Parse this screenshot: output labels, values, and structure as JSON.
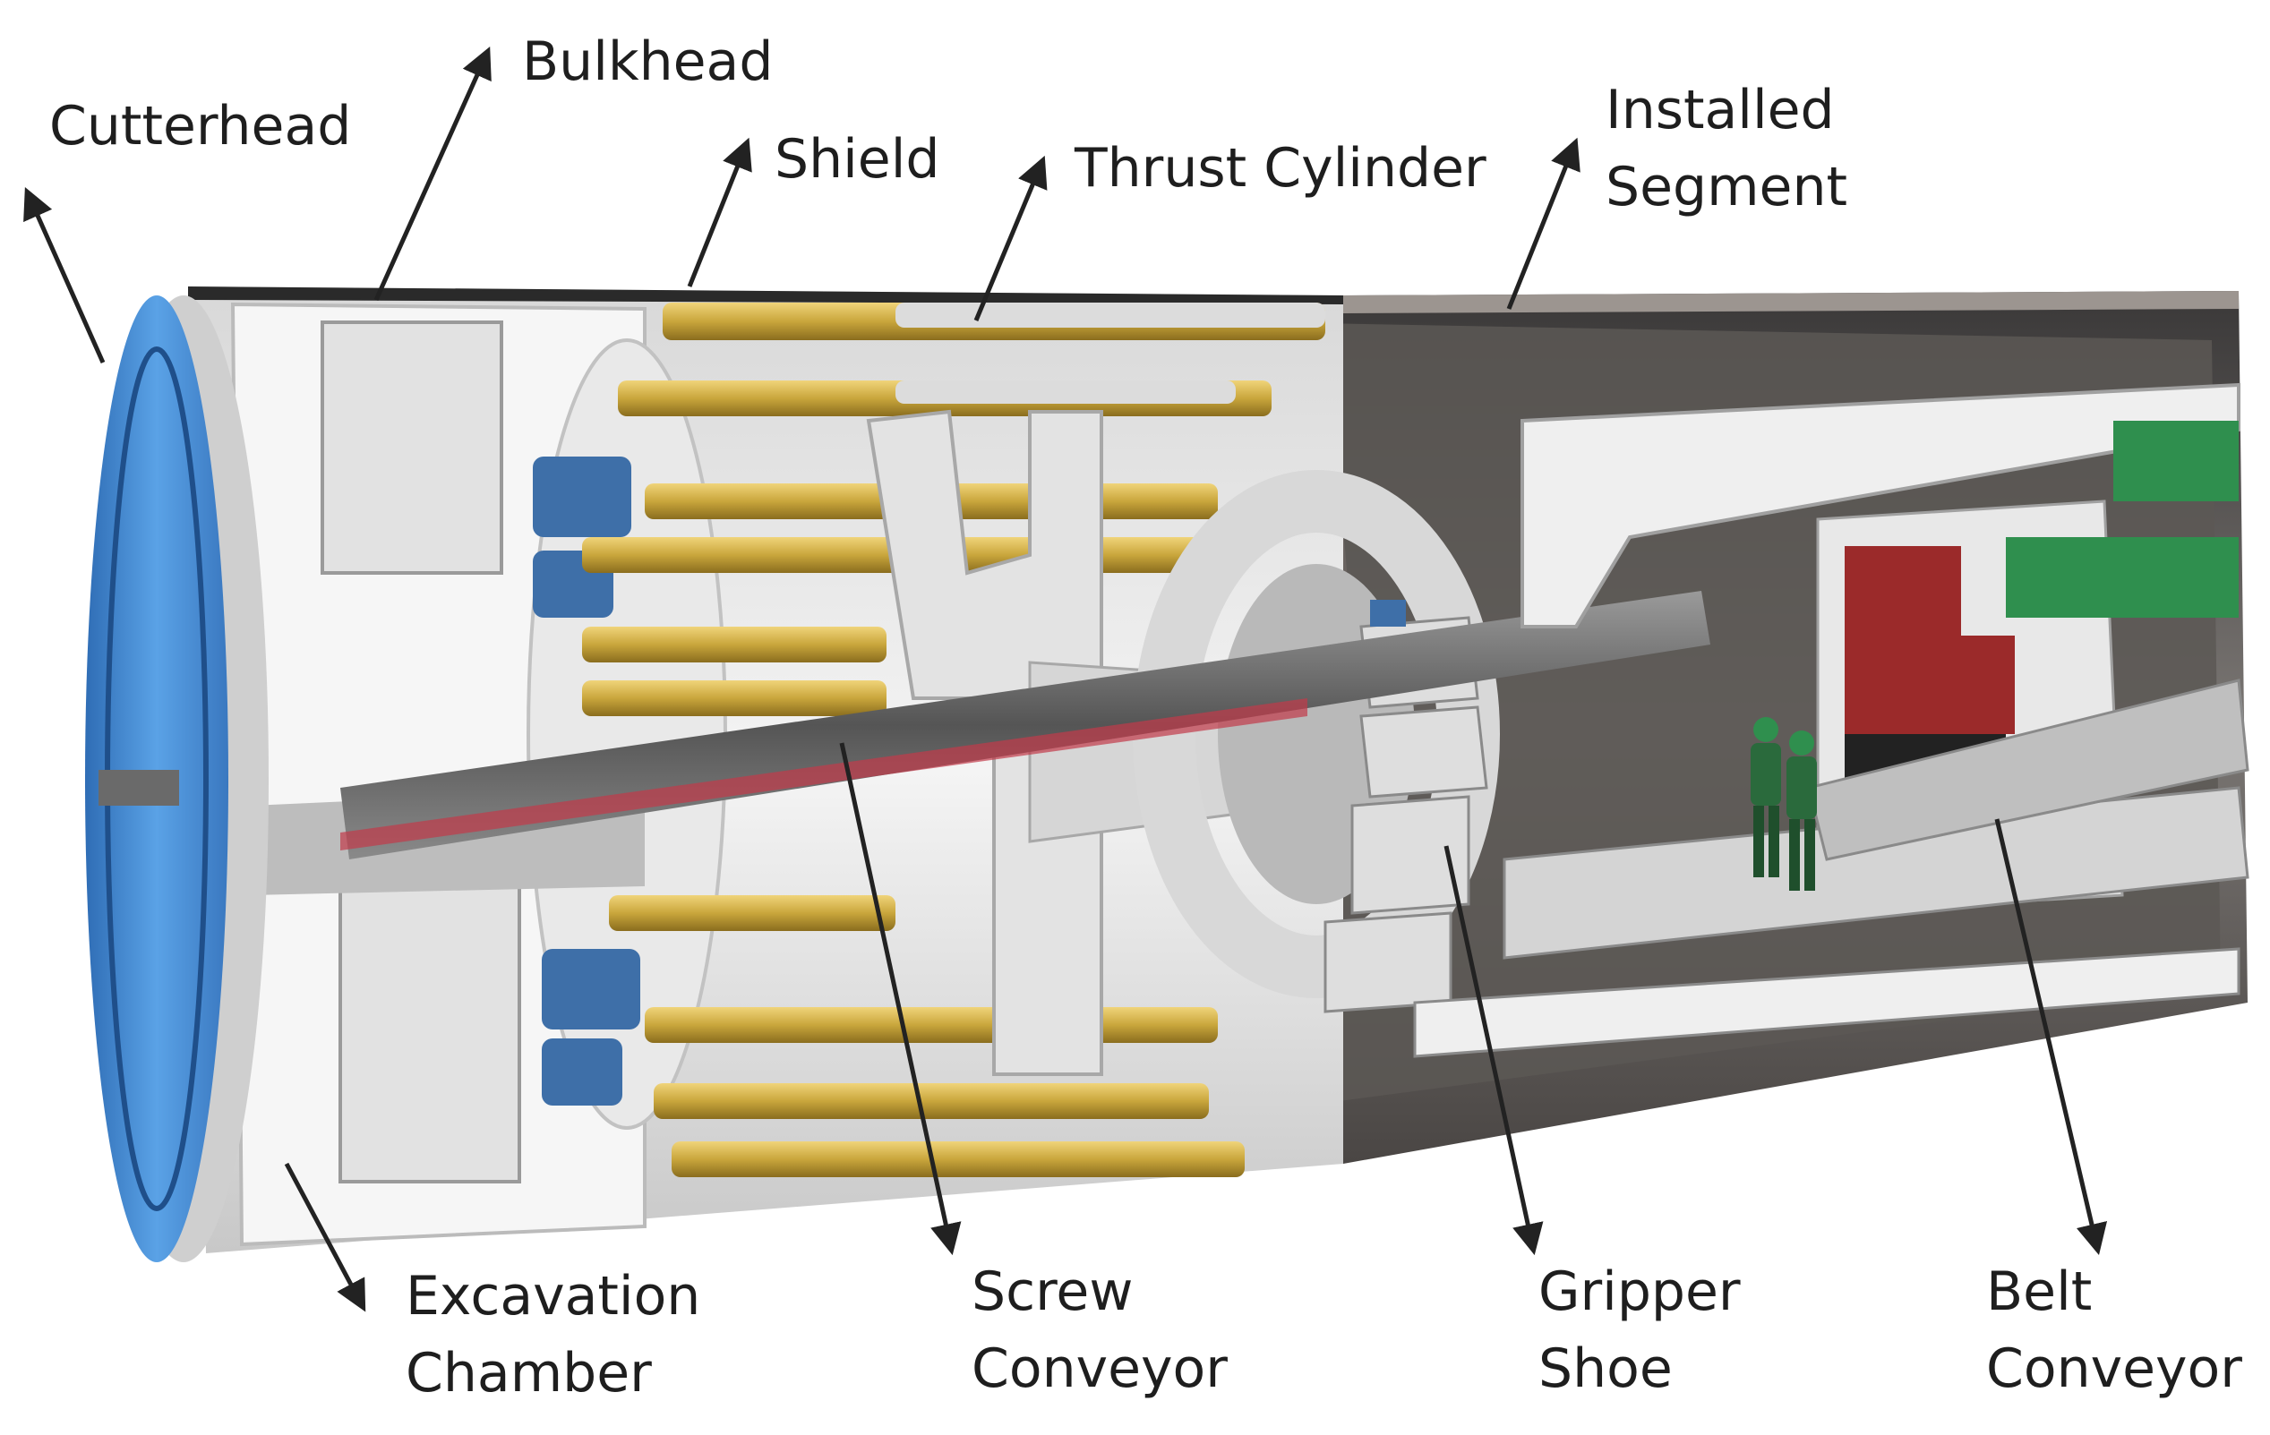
{
  "labels": {
    "cutterhead": "Cutterhead",
    "bulkhead": "Bulkhead",
    "shield": "Shield",
    "thrust_cylinder": "Thrust Cylinder",
    "installed_segment": [
      "Installed",
      "Segment"
    ],
    "excavation_chamber": [
      "Excavation",
      "Chamber"
    ],
    "screw_conveyor": [
      "Screw",
      "Conveyor"
    ],
    "gripper_shoe": [
      "Gripper",
      "Shoe"
    ],
    "belt_conveyor": [
      "Belt",
      "Conveyor"
    ]
  },
  "colors": {
    "cutterhead": "#4a8fd6",
    "cylinders": "#c9a63c",
    "segment_lining": "#8c8580",
    "structure": "#e8e8e8",
    "backup_green": "#2f8f4e",
    "backup_red": "#9b2a2a",
    "arrow": "#222222"
  }
}
